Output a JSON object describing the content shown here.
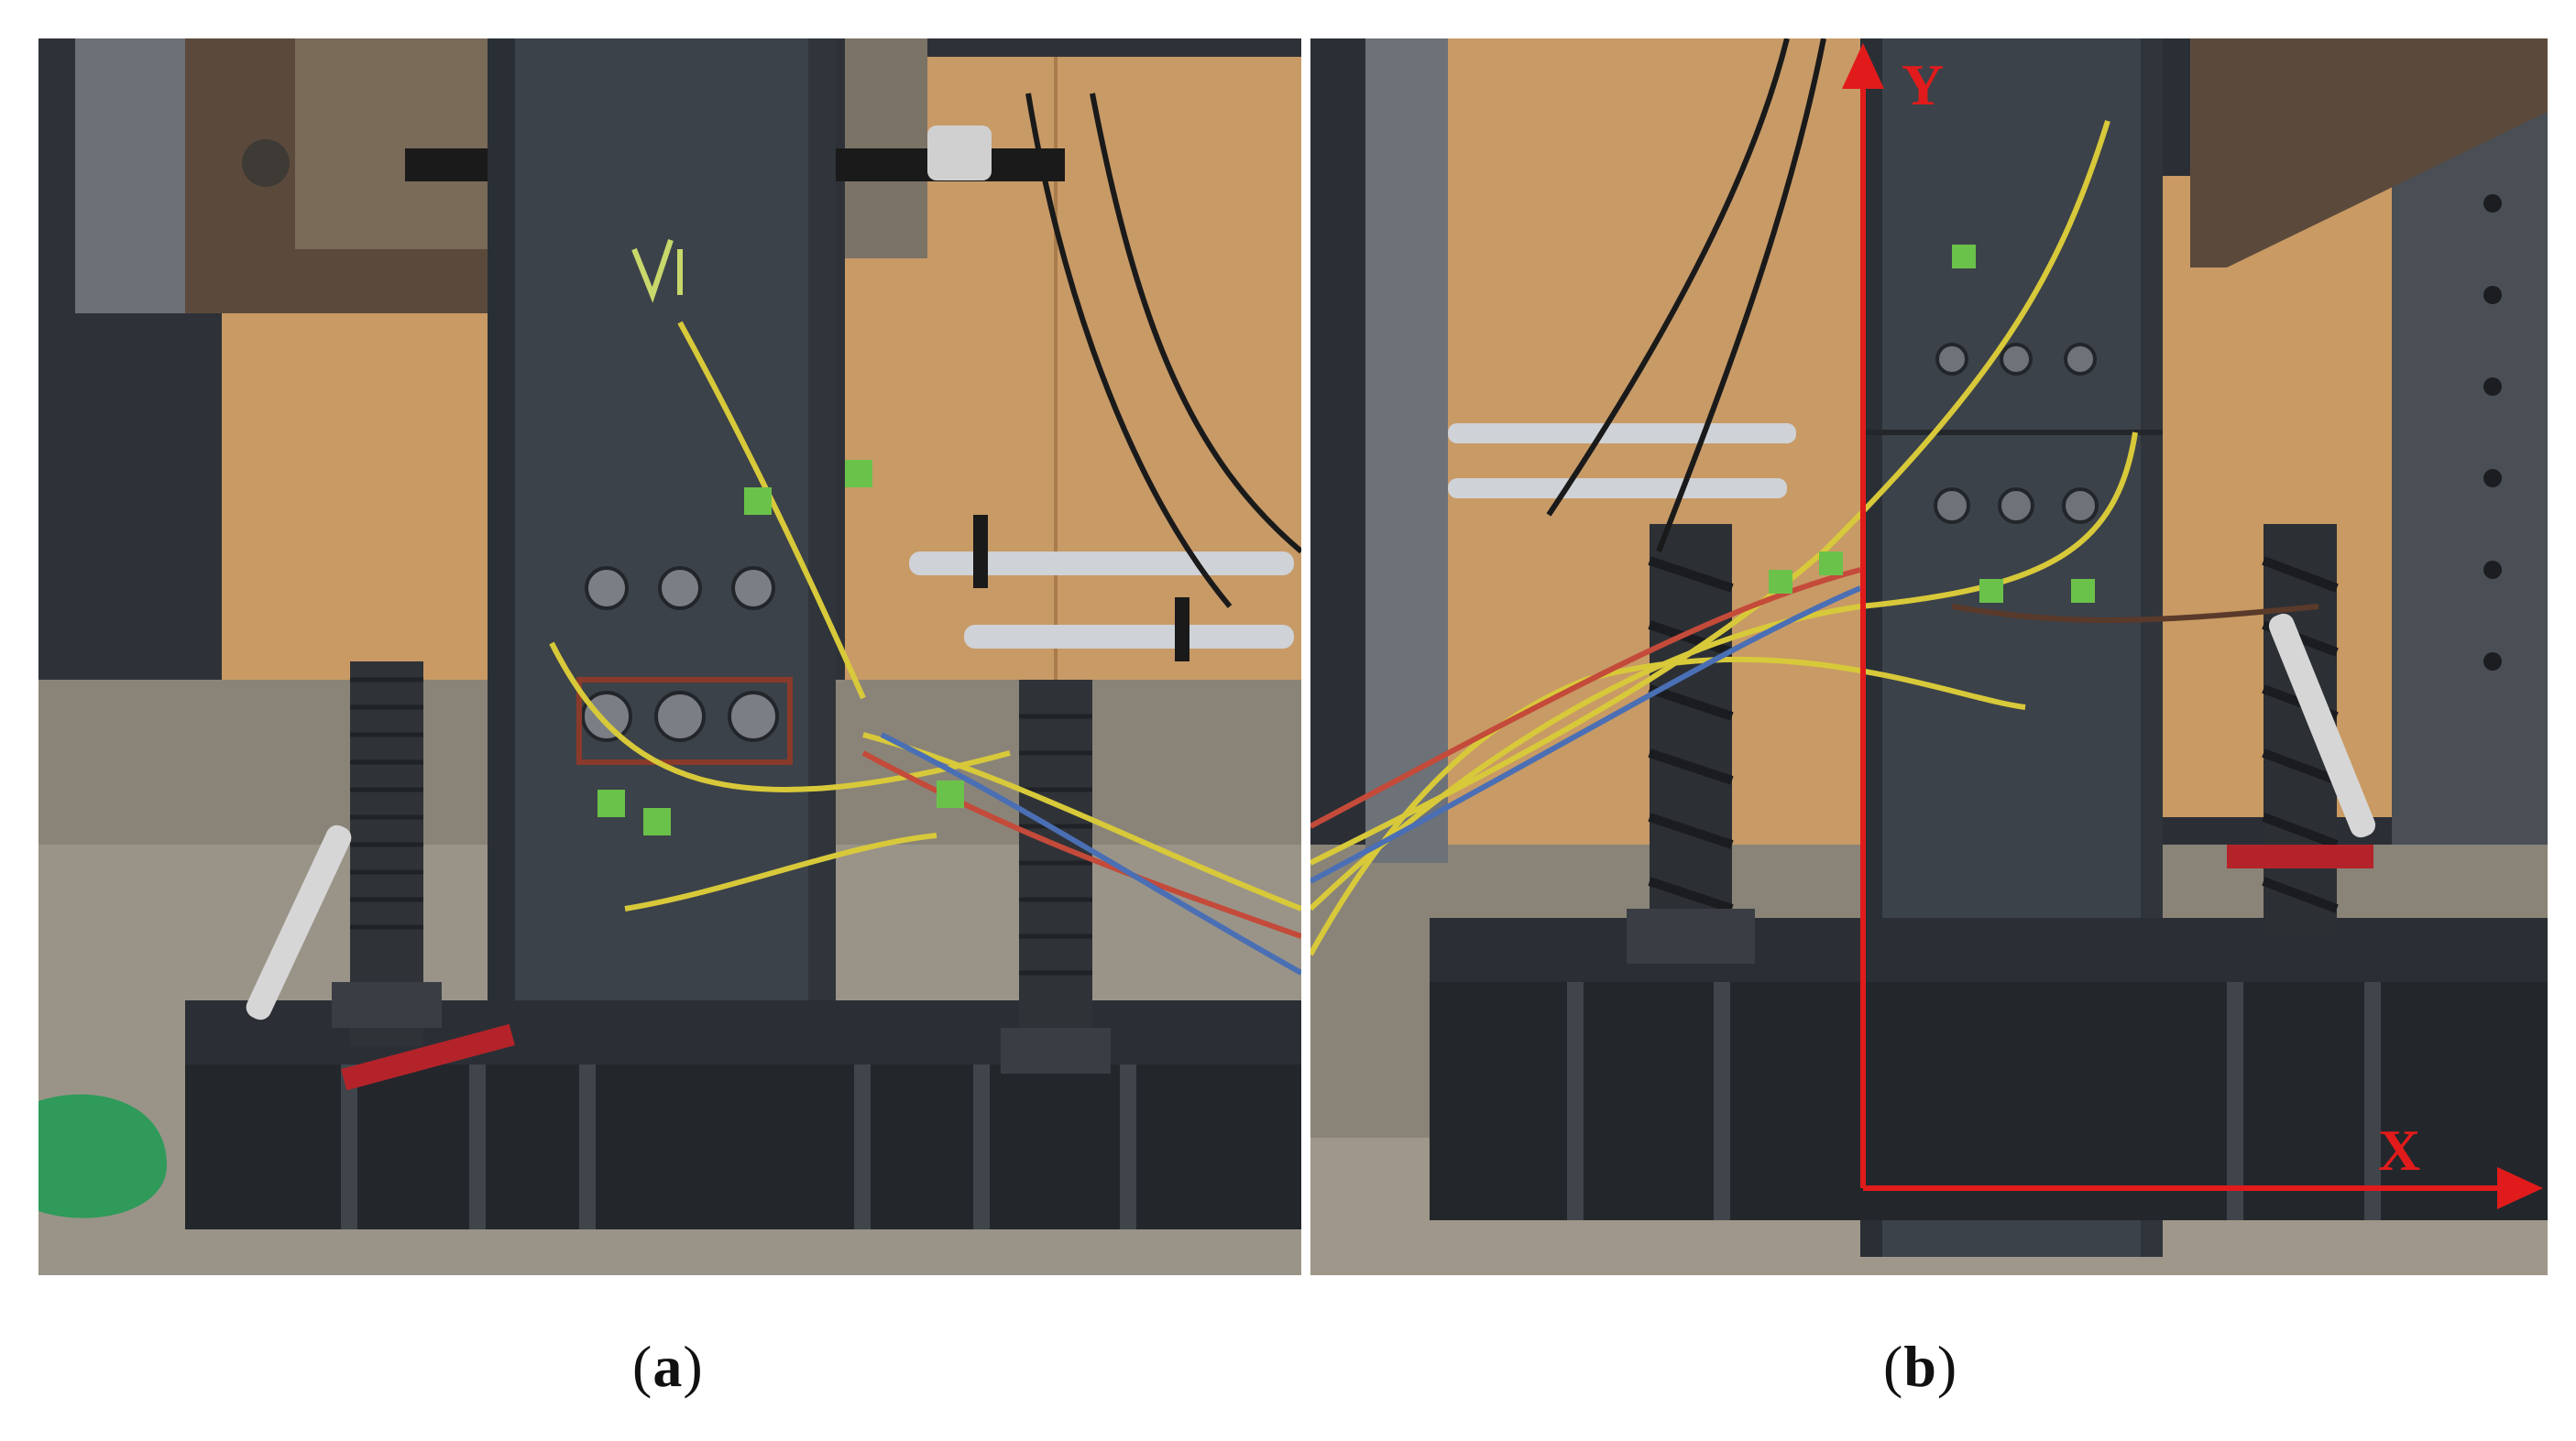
{
  "figure": {
    "panels": [
      {
        "id": "a",
        "caption_open": "(",
        "caption_letter": "a",
        "caption_close": ")"
      },
      {
        "id": "b",
        "caption_open": "(",
        "caption_letter": "b",
        "caption_close": ")",
        "axis_x_label": "X",
        "axis_y_label": "Y"
      }
    ],
    "colors": {
      "steel": "#3c4249",
      "steel_dark": "#23272c",
      "plywood": "#c99a63",
      "floor": "#8a8478",
      "annotation_red": "#e11b1b",
      "wire_yellow": "#d8c93a",
      "gauge_green": "#6bc24a"
    },
    "icons": [
      "bolt-icon",
      "threaded-rod-icon",
      "displacement-transducer-icon",
      "strain-gauge-icon"
    ]
  }
}
